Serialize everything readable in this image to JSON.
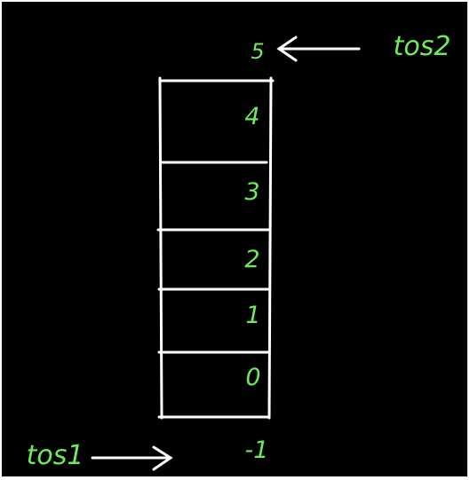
{
  "colors": {
    "background": "#000000",
    "ink_white": "#ffffff",
    "ink_green": "#6eea5a"
  },
  "top_label": {
    "index": "5",
    "pointer_text": "tos2"
  },
  "bottom_label": {
    "pointer_text": "tos1",
    "index": "-1"
  },
  "cells": [
    "4",
    "3",
    "2",
    "1",
    "0"
  ]
}
